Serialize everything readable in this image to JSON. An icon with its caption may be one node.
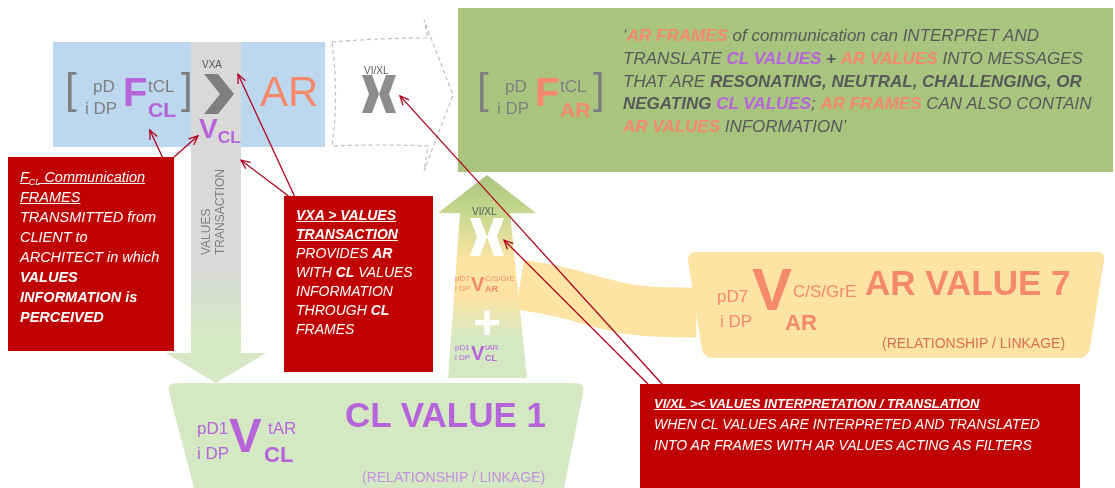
{
  "diagram": {
    "nodes": [
      {
        "text": [
          "AR"
        ]
      },
      {
        "text": [
          "[",
          "pD",
          "i DP",
          "F",
          "tCL",
          "CL",
          "]"
        ],
        "in": 0
      },
      {
        "text": [
          "VALUES TRANSACTION"
        ]
      },
      {
        "text": [
          "VXA"
        ],
        "in": 0
      },
      {
        "text": [
          "V$_{CL}$"
        ],
        "in": 0
      },
      {
        "text": [
          "VI/XL"
        ]
      },
      {
        "text": [],
        "shape": "cross",
        "in": 5
      },
      {
        "text": [
          "[",
          "pD",
          "i DP",
          "F",
          "tCL",
          "AR",
          "]",
          "‘**AR FRAMES** of communication can INTERPRET AND TRANSLATE **CL VALUES** **+** **AR VALUES** INTO MESSAGES THAT ARE **RESONATING, NEUTRAL, CHALLENGING, OR NEGATING** **CL VALUES**; **AR FRAMES** CAN ALSO CONTAIN **AR VALUES** INFORMATION’"
        ]
      },
      {
        "text": [
          "F$_{CL}$ Communication FRAMES",
          "TRANSMITTED from CLIENT to ARCHITECT in which **VALUES INFORMATION is PERCEIVED**"
        ]
      },
      {
        "text": [
          "VXA > VALUES TRANSACTION",
          "PROVIDES **AR** WITH **CL** VALUES INFORMATION THROUGH **CL** FRAMES"
        ]
      },
      {
        "text": [
          "VI/XL",
          "pD7",
          "i DP",
          "V",
          "C/S/GrE",
          "AR",
          "+",
          "pD1",
          "i DP",
          "V",
          "tAR",
          "CL"
        ]
      },
      {
        "text": [],
        "shape": "cross",
        "in": 10
      },
      {
        "text": [
          "pD7",
          "i DP",
          "V",
          "C/S/GrE",
          "AR",
          "AR VALUE 7",
          "(RELATIONSHIP / LINKAGE)"
        ]
      },
      {
        "text": [
          "pD1",
          "i DP",
          "V",
          "tAR",
          "CL",
          "CL VALUE 1",
          "(RELATIONSHIP / LINKAGE)"
        ]
      },
      {
        "text": [
          "VI/XL >< VALUES INTERPRETATION / TRANSLATION",
          "WHEN CL VALUES ARE INTERPRETED AND TRANSLATED INTO AR FRAMES WITH AR VALUES ACTING AS FILTERS"
        ]
      }
    ],
    "edges": [
      {
        "from": 8,
        "to": 1,
        "arrow": "to"
      },
      {
        "from": 8,
        "to": 4,
        "arrow": "to"
      },
      {
        "from": 9,
        "to": 2,
        "arrow": "to"
      },
      {
        "from": 9,
        "to": 3,
        "arrow": "to"
      },
      {
        "from": 14,
        "to": 11,
        "arrow": "to"
      },
      {
        "from": 14,
        "to": 6,
        "arrow": "to"
      },
      {
        "from": 2,
        "to": 13,
        "arrow": "to",
        "style": "thick",
        "color": "#d5e8c4"
      },
      {
        "from": 12,
        "to": 10,
        "arrow": "none",
        "style": "thick",
        "color": "#fde4a4"
      }
    ]
  }
}
